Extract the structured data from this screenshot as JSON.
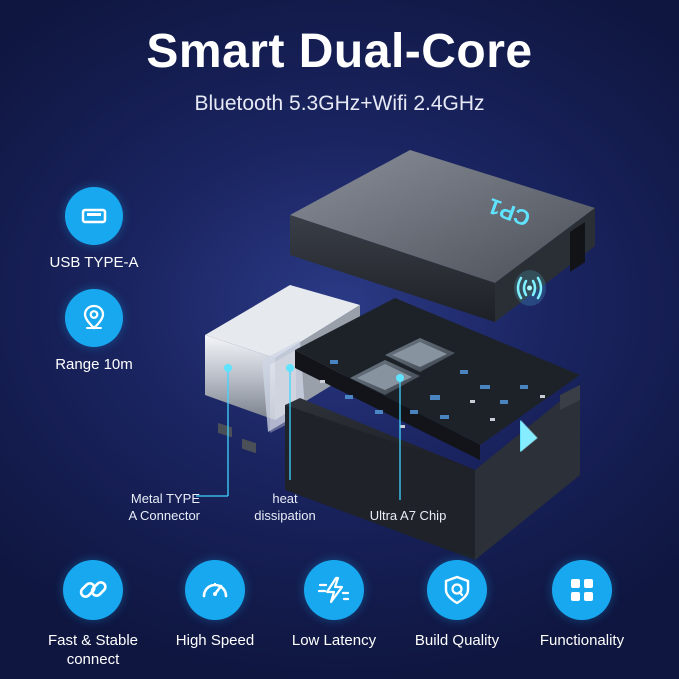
{
  "header": {
    "title": "Smart Dual-Core",
    "subtitle": "Bluetooth 5.3GHz+Wifi 2.4GHz"
  },
  "side_features": [
    {
      "label": "USB TYPE-A",
      "icon": "usb-icon"
    },
    {
      "label": "Range 10m",
      "icon": "location-pin-icon"
    }
  ],
  "callouts": {
    "connector": [
      "Metal TYPE",
      "A Connector"
    ],
    "heat": [
      "heat",
      "dissipation"
    ],
    "chip": "Ultra A7 Chip"
  },
  "product": {
    "logo_text": "CP1"
  },
  "bottom_features": [
    {
      "label_lines": [
        "Fast & Stable",
        "connect"
      ],
      "icon": "link-icon"
    },
    {
      "label_lines": [
        "High Speed"
      ],
      "icon": "speedometer-icon"
    },
    {
      "label_lines": [
        "Low Latency"
      ],
      "icon": "lightning-icon"
    },
    {
      "label_lines": [
        "Build Quality"
      ],
      "icon": "shield-quality-icon"
    },
    {
      "label_lines": [
        "Functionality"
      ],
      "icon": "grid-apps-icon"
    }
  ],
  "colors": {
    "accent": "#18a8f0",
    "background": "#1a2460",
    "glow": "#5fe3ff"
  }
}
